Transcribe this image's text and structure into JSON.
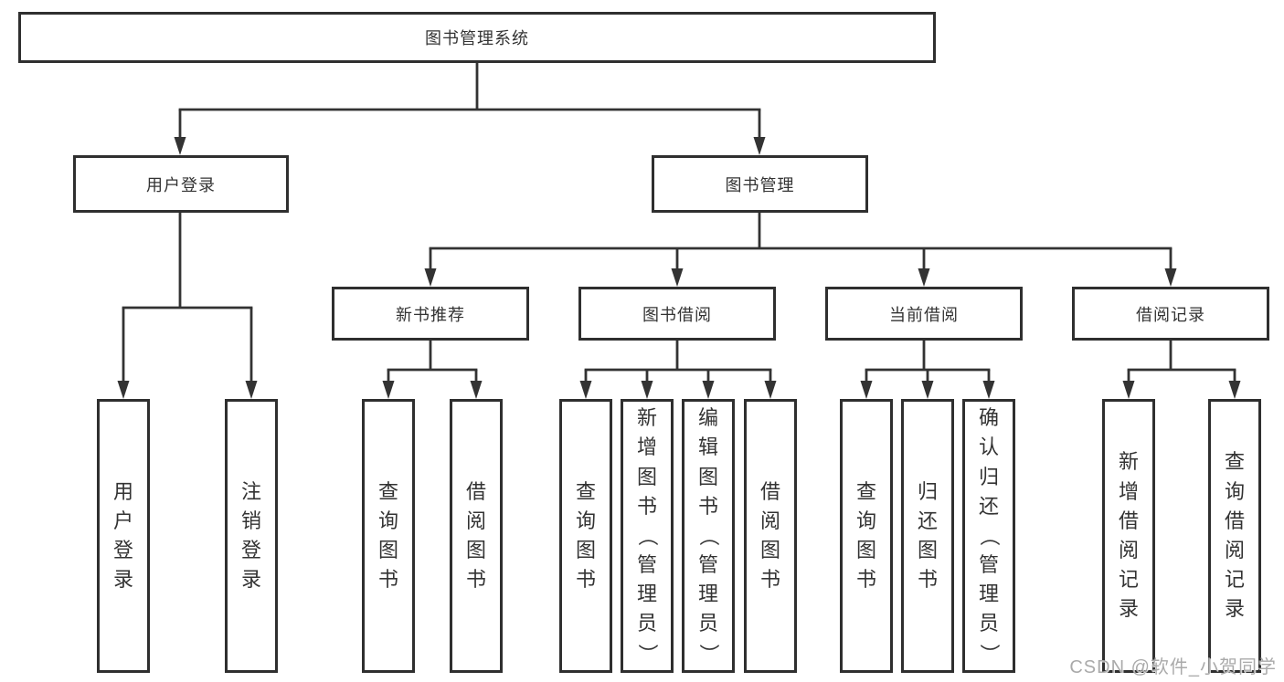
{
  "diagram": {
    "title_box": "图书管理系统",
    "branches": {
      "user_login": {
        "label": "用户登录",
        "children": {
          "login": "用户登录",
          "logout": "注销登录"
        }
      },
      "book_management": {
        "label": "图书管理",
        "children": {
          "new_books": {
            "label": "新书推荐",
            "children": {
              "query": "查询图书",
              "borrow": "借阅图书"
            }
          },
          "borrowing": {
            "label": "图书借阅",
            "children": {
              "query": "查询图书",
              "add": "新增图书（管理员）",
              "edit": "编辑图书（管理员）",
              "borrow": "借阅图书"
            }
          },
          "current": {
            "label": "当前借阅",
            "children": {
              "query": "查询图书",
              "return": "归还图书",
              "confirm": "确认归还（管理员）"
            }
          },
          "records": {
            "label": "借阅记录",
            "children": {
              "add": "新增借阅记录",
              "query": "查询借阅记录"
            }
          }
        }
      }
    },
    "watermark": "CSDN @软件_小贺同学"
  },
  "colors": {
    "line": "#333333",
    "border": "#2f2f2f",
    "text": "#333333",
    "background": "#ffffff",
    "watermark": "#aaaaaa"
  }
}
